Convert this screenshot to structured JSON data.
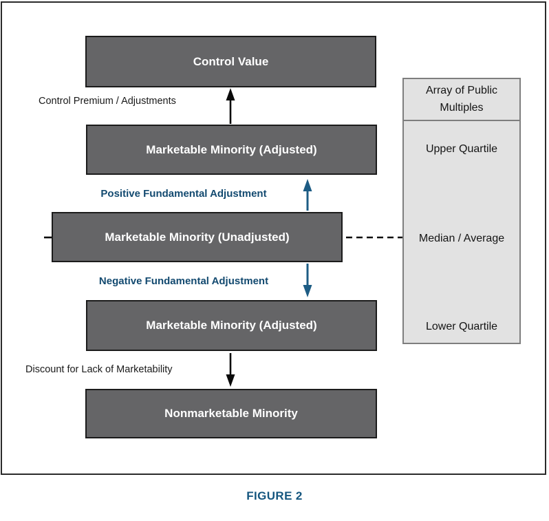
{
  "diagram": {
    "levels": [
      {
        "label": "Control Value"
      },
      {
        "label": "Marketable Minority (Adjusted)"
      },
      {
        "label": "Marketable Minority (Unadjusted)"
      },
      {
        "label": "Marketable Minority (Adjusted)"
      },
      {
        "label": "Nonmarketable Minority"
      }
    ],
    "annotations": {
      "control_premium": "Control Premium / Adjustments",
      "positive_adjustment": "Positive Fundamental Adjustment",
      "negative_adjustment": "Negative Fundamental Adjustment",
      "marketability_discount": "Discount for Lack of Marketability"
    },
    "panel": {
      "title": "Array of Public Multiples",
      "rows": [
        {
          "label": "Upper Quartile"
        },
        {
          "label": "Median / Average"
        },
        {
          "label": "Lower Quartile"
        }
      ]
    },
    "caption": "FIGURE 2",
    "icons": {
      "up_arrow_black": "arrow-up",
      "down_arrow_black": "arrow-down",
      "up_arrow_blue": "arrow-up",
      "down_arrow_blue": "arrow-down",
      "dashed_connector": "dashed-line"
    },
    "colors": {
      "box_fill": "#656567",
      "box_border": "#1b1b1b",
      "panel_fill": "#e2e2e2",
      "panel_border": "#7e7e7e",
      "adjustment_text": "#134a70",
      "arrow_blue": "#1d5c84",
      "arrow_black": "#0a0a0a",
      "caption_text": "#15567f"
    }
  }
}
